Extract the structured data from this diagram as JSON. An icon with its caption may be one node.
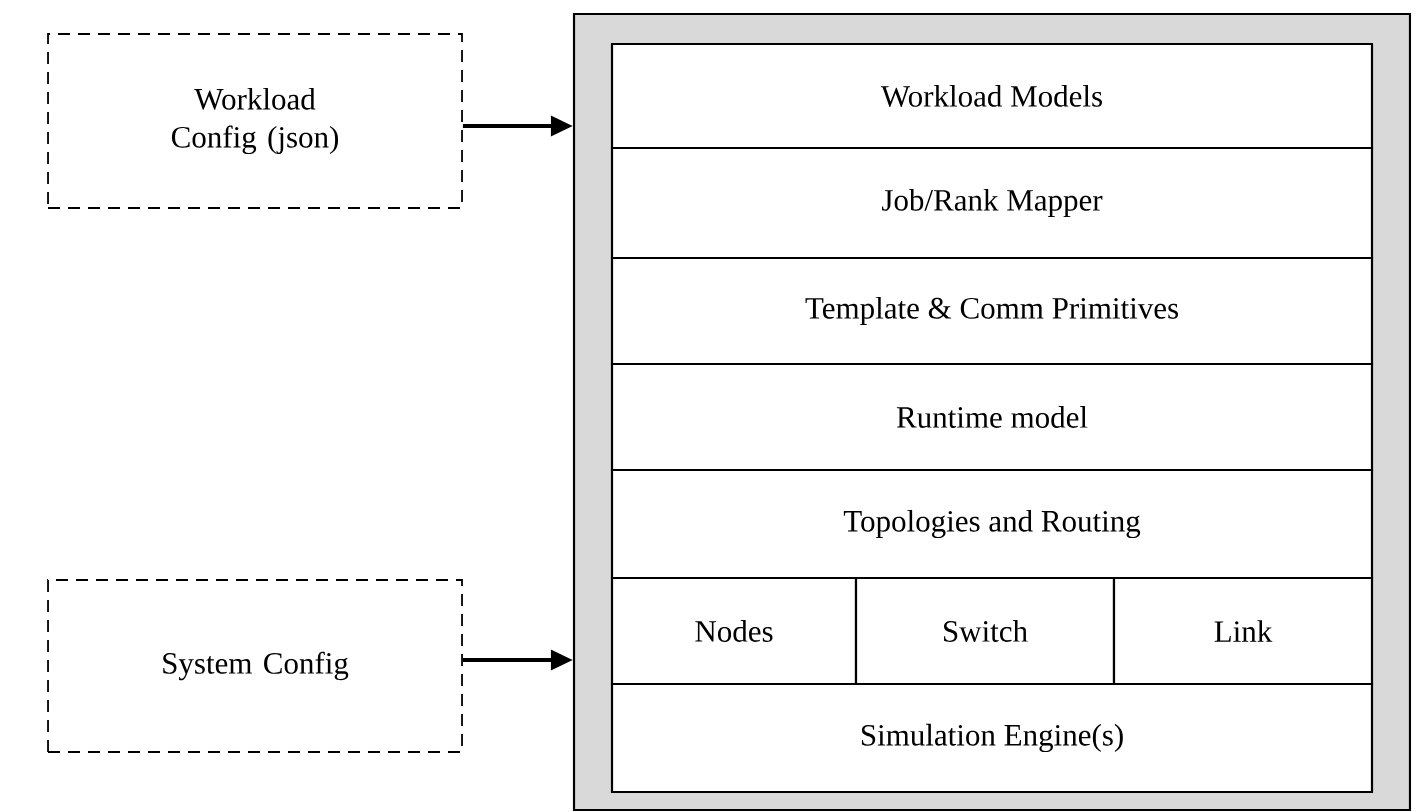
{
  "diagram": {
    "nodes": [
      {
        "text": [
          "Workload Config (json)"
        ]
      },
      {
        "text": [],
        "shape": "box"
      },
      {
        "text": [
          "Workload Models"
        ],
        "in": 1
      },
      {
        "text": [
          "Job/Rank Mapper"
        ],
        "in": 1
      },
      {
        "text": [
          "Template & Comm Primitives"
        ],
        "in": 1
      },
      {
        "text": [
          "Runtime model"
        ],
        "in": 1
      },
      {
        "text": [
          "Topologies and Routing"
        ],
        "in": 1
      },
      {
        "text": [
          "Nodes"
        ],
        "in": 1
      },
      {
        "text": [
          "Switch"
        ],
        "in": 1
      },
      {
        "text": [
          "Link"
        ],
        "in": 1
      },
      {
        "text": [
          "Simulation Engine(s)"
        ],
        "in": 1
      },
      {
        "text": [
          "System Config"
        ]
      }
    ],
    "edges": [
      {
        "from": 0,
        "to": 1,
        "arrow": "to"
      },
      {
        "from": 11,
        "to": 1,
        "arrow": "to"
      }
    ]
  }
}
